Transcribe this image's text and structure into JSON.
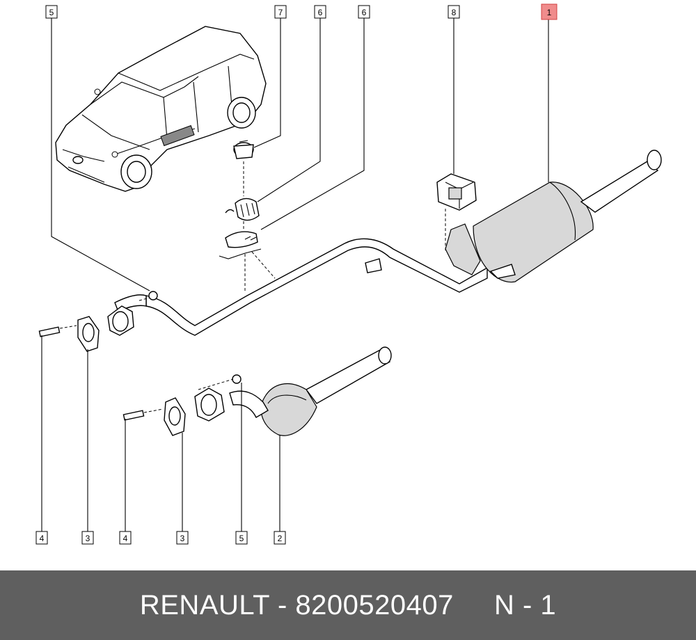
{
  "labels": [
    {
      "id": "5",
      "text": "5"
    },
    {
      "id": "7",
      "text": "7"
    },
    {
      "id": "6a",
      "text": "6"
    },
    {
      "id": "6b",
      "text": "6"
    },
    {
      "id": "8",
      "text": "8"
    },
    {
      "id": "1",
      "text": "1",
      "highlighted": true
    },
    {
      "id": "4a",
      "text": "4"
    },
    {
      "id": "3a",
      "text": "3"
    },
    {
      "id": "4b",
      "text": "4"
    },
    {
      "id": "3b",
      "text": "3"
    },
    {
      "id": "5b",
      "text": "5"
    },
    {
      "id": "2",
      "text": "2"
    }
  ],
  "footer": {
    "text": "RENAULT - 8200520407     N - 1"
  },
  "colors": {
    "highlight": "#f08c8c",
    "footer_bg": "#5f5f5f",
    "footer_text": "#ffffff"
  }
}
